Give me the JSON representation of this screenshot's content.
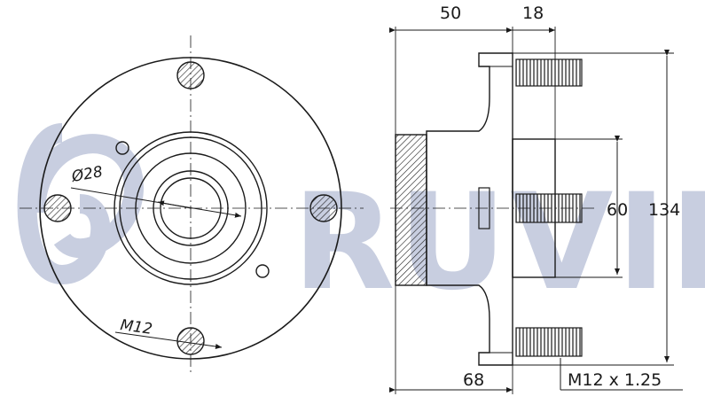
{
  "brand": {
    "name": "RUVILLE",
    "color": "#c8cee0"
  },
  "dimensions": {
    "diameter": "Ø28",
    "bolt_thread": "M12",
    "width_total": "68",
    "width_flange": "50",
    "stud_protrusion": "18",
    "hub_pilot": "60",
    "pitch_circle": "134",
    "stud_thread_spec": "M12 x 1.25"
  },
  "colors": {
    "line": "#1a1a1a",
    "hatch": "#1a1a1a"
  }
}
